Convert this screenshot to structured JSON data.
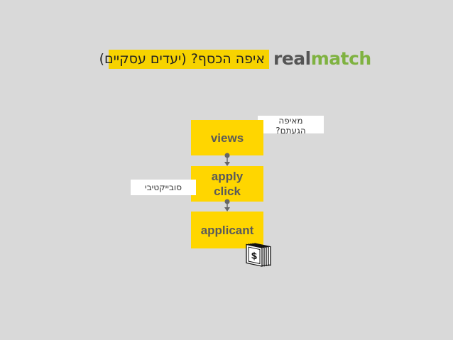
{
  "header": {
    "title": "איפה הכסף? (יעדים עסקיים)",
    "logo_real": "real",
    "logo_match": "match"
  },
  "flow": {
    "views": "views",
    "apply_line1": "apply",
    "apply_line2": "click",
    "applicant": "applicant"
  },
  "notes": {
    "where_line1": "מאיפה",
    "where_line2": "הגעתם?",
    "subjective": "סובייקטיבי"
  },
  "icons": {
    "money": "money-stack-icon"
  },
  "colors": {
    "box": "#ffd600",
    "title_bar": "#f7d300",
    "logo_green": "#7fb241",
    "background": "#d9d9d9"
  }
}
